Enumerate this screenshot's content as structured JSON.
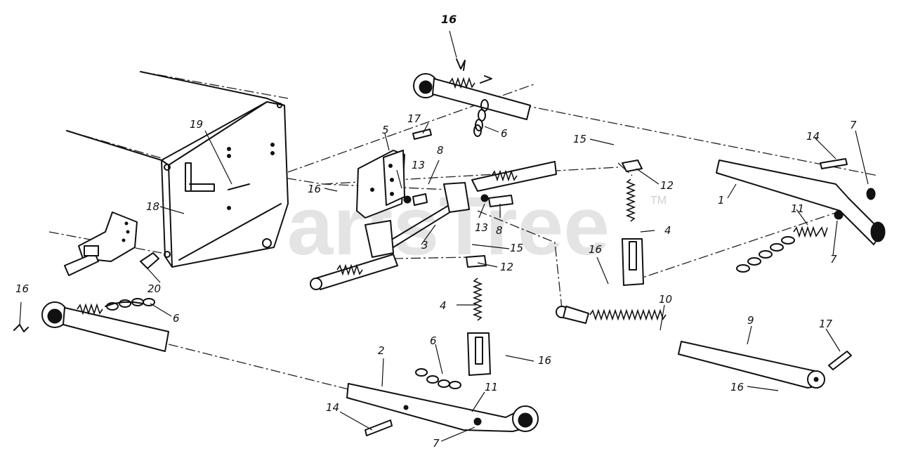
{
  "watermark": {
    "text": "PartsTree",
    "trademark": "TM"
  },
  "callouts": [
    {
      "id": "c16-top",
      "text": "16"
    },
    {
      "id": "c6-top",
      "text": "6"
    },
    {
      "id": "c17-top",
      "text": "17"
    },
    {
      "id": "c5",
      "text": "5"
    },
    {
      "id": "c8-a",
      "text": "8"
    },
    {
      "id": "c13-a",
      "text": "13"
    },
    {
      "id": "c19",
      "text": "19"
    },
    {
      "id": "c16-mid",
      "text": "16"
    },
    {
      "id": "c18",
      "text": "18"
    },
    {
      "id": "c13-b",
      "text": "13"
    },
    {
      "id": "c8-b",
      "text": "8"
    },
    {
      "id": "c3",
      "text": "3"
    },
    {
      "id": "c15-a",
      "text": "15"
    },
    {
      "id": "c12-a",
      "text": "12"
    },
    {
      "id": "c15-b",
      "text": "15"
    },
    {
      "id": "c12-b",
      "text": "12"
    },
    {
      "id": "c4-a",
      "text": "4"
    },
    {
      "id": "c4-b",
      "text": "4"
    },
    {
      "id": "c16-r",
      "text": "16"
    },
    {
      "id": "c14-r",
      "text": "14"
    },
    {
      "id": "c7-tr",
      "text": "7"
    },
    {
      "id": "c1",
      "text": "1"
    },
    {
      "id": "c11-r",
      "text": "11"
    },
    {
      "id": "c7-r",
      "text": "7"
    },
    {
      "id": "c10",
      "text": "10"
    },
    {
      "id": "c9",
      "text": "9"
    },
    {
      "id": "c17-r",
      "text": "17"
    },
    {
      "id": "c16-br",
      "text": "16"
    },
    {
      "id": "c20",
      "text": "20"
    },
    {
      "id": "c16-l",
      "text": "16"
    },
    {
      "id": "c6-l",
      "text": "6"
    },
    {
      "id": "c6-b",
      "text": "6"
    },
    {
      "id": "c16-b",
      "text": "16"
    },
    {
      "id": "c2",
      "text": "2"
    },
    {
      "id": "c11-b",
      "text": "11"
    },
    {
      "id": "c14-b",
      "text": "14"
    },
    {
      "id": "c7-b",
      "text": "7"
    }
  ]
}
